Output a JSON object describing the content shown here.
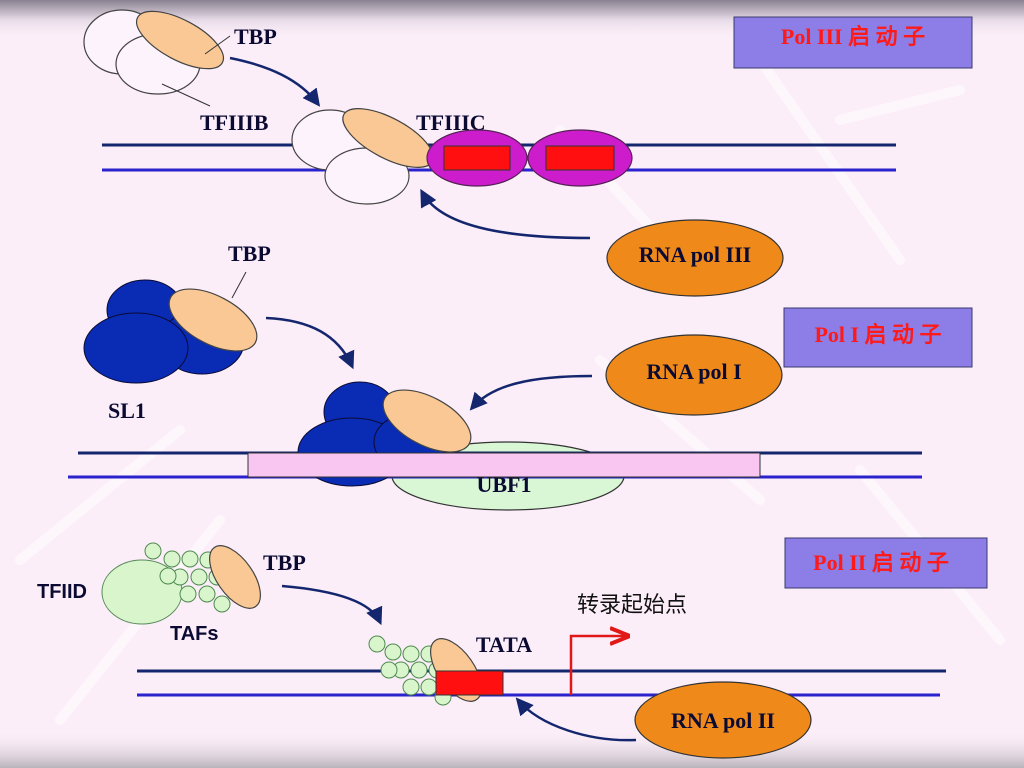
{
  "pol3": {
    "title": "Pol III 启 动 子",
    "tbp": "TBP",
    "tfiiib": "TFIIIB",
    "tfiiic": "TFIIIC",
    "rna_pol": "RNA pol III"
  },
  "pol1": {
    "title": "Pol I 启 动 子",
    "tbp": "TBP",
    "sl1": "SL1",
    "rna_pol": "RNA pol I",
    "ubf1": "UBF1"
  },
  "pol2": {
    "title": "Pol II 启 动 子",
    "tbp": "TBP",
    "tfiid": "TFIID",
    "tafs": "TAFs",
    "tata": "TATA",
    "tss": "转录起始点",
    "rna_pol": "RNA pol II"
  },
  "colors": {
    "dna": "#14266e",
    "tbp": "#f9c895",
    "rna_pol": "#ef8a1a",
    "title_box": "#8c7ee6",
    "title_text": "#ff1a1a",
    "tfiiic": "#cc1ccc",
    "red_box": "#ff0f0f",
    "sl1": "#0a2bb4",
    "ubf1": "#d9f7d4",
    "taf": "#d8f5cc"
  }
}
